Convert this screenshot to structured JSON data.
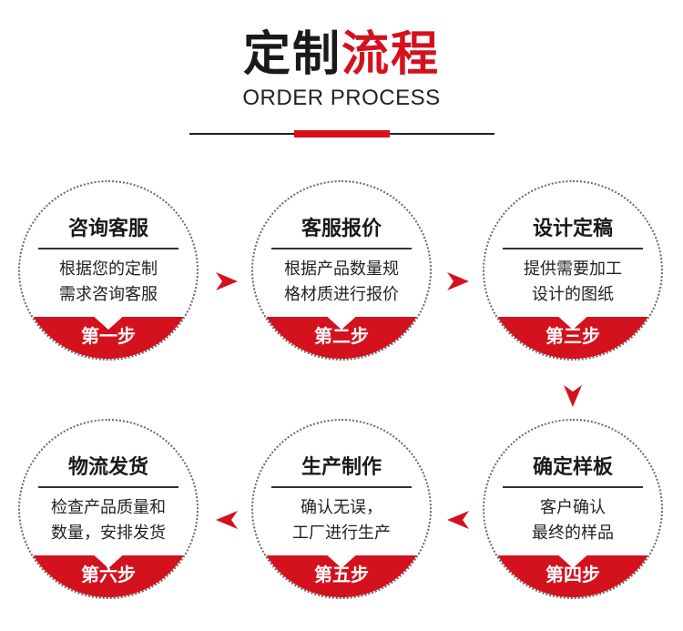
{
  "header": {
    "title_dark": "定制",
    "title_red": "流程",
    "subtitle": "ORDER PROCESS"
  },
  "colors": {
    "accent": "#d4121e",
    "text": "#1a1a1a",
    "border": "#6a6a6a"
  },
  "steps": [
    {
      "title": "咨询客服",
      "desc_line1": "根据您的定制",
      "desc_line2": "需求咨询客服",
      "label": "第一步"
    },
    {
      "title": "客服报价",
      "desc_line1": "根据产品数量规",
      "desc_line2": "格材质进行报价",
      "label": "第二步"
    },
    {
      "title": "设计定稿",
      "desc_line1": "提供需要加工",
      "desc_line2": "设计的图纸",
      "label": "第三步"
    },
    {
      "title": "确定样板",
      "desc_line1": "客户确认",
      "desc_line2": "最终的样品",
      "label": "第四步"
    },
    {
      "title": "生产制作",
      "desc_line1": "确认无误，",
      "desc_line2": "工厂进行生产",
      "label": "第五步"
    },
    {
      "title": "物流发货",
      "desc_line1": "检查产品质量和",
      "desc_line2": "数量，安排发货",
      "label": "第六步"
    }
  ]
}
